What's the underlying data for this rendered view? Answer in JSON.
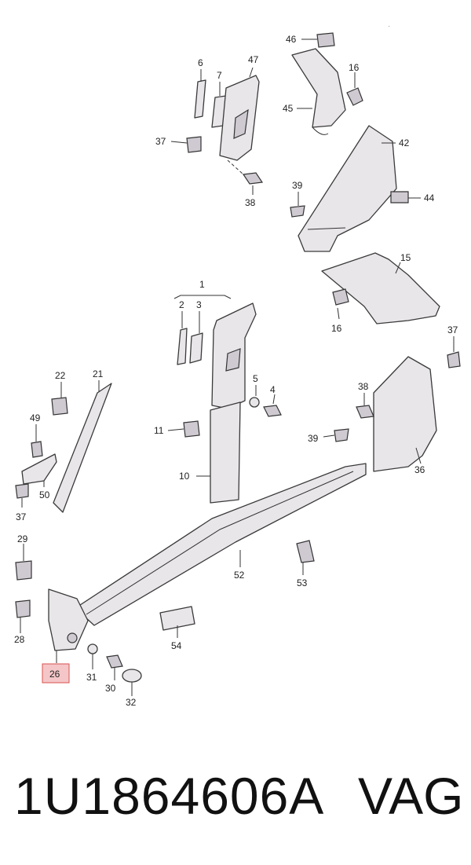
{
  "callouts": {
    "c1": "1",
    "c2": "2",
    "c3": "3",
    "c4": "4",
    "c5": "5",
    "c6": "6",
    "c7": "7",
    "c10": "10",
    "c11": "11",
    "c15": "15",
    "c16a": "16",
    "c16b": "16",
    "c21": "21",
    "c22": "22",
    "c26": "26",
    "c28": "28",
    "c29": "29",
    "c30": "30",
    "c31": "31",
    "c32": "32",
    "c36": "36",
    "c37a": "37",
    "c37b": "37",
    "c37c": "37",
    "c38a": "38",
    "c38b": "38",
    "c39a": "39",
    "c39b": "39",
    "c42": "42",
    "c44": "44",
    "c45": "45",
    "c46": "46",
    "c47": "47",
    "c49": "49",
    "c50": "50",
    "c52": "52",
    "c53": "53",
    "c54": "54"
  },
  "highlight": {
    "label": "26",
    "color": "#f4c6c8",
    "border": "#d9534f"
  },
  "caption": {
    "part_number": "1U1864606A",
    "brand": "VAG"
  },
  "mark": "·"
}
